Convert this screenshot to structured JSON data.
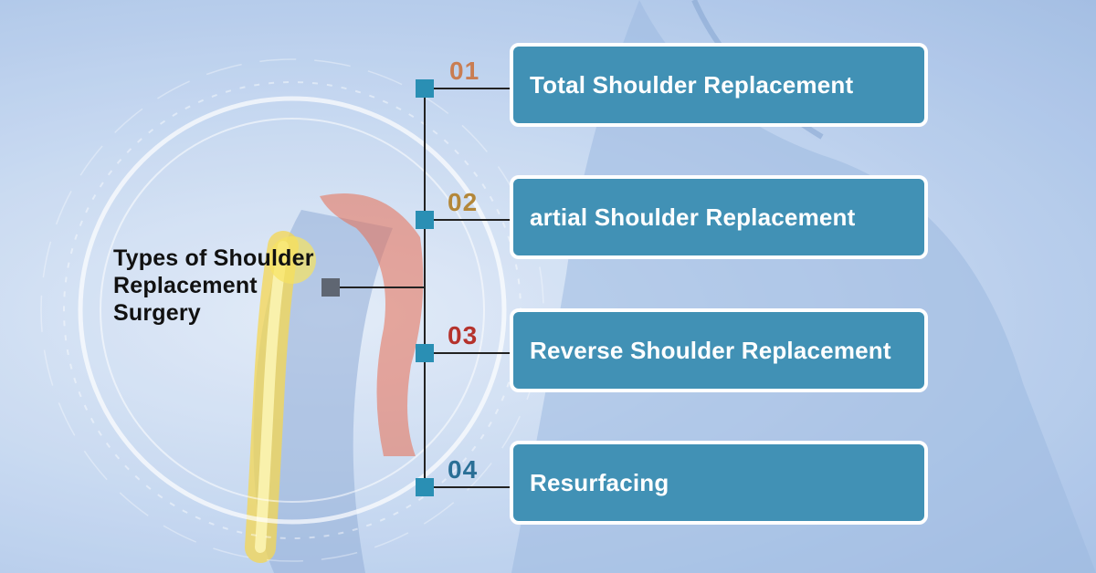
{
  "title": "Types of Shoulder Replacement Surgery",
  "colors": {
    "box": "#4191b5",
    "node": "#2a8fb4",
    "center_node": "#5f6672",
    "num_1": "#c97d52",
    "num_2": "#b3873a",
    "num_3": "#b5322c",
    "num_4": "#2a6f96"
  },
  "items": [
    {
      "number": "01",
      "label": "Total Shoulder Replacement"
    },
    {
      "number": "02",
      "label": "artial Shoulder Replacement"
    },
    {
      "number": "03",
      "label": "Reverse Shoulder Replacement"
    },
    {
      "number": "04",
      "label": "Resurfacing"
    }
  ]
}
